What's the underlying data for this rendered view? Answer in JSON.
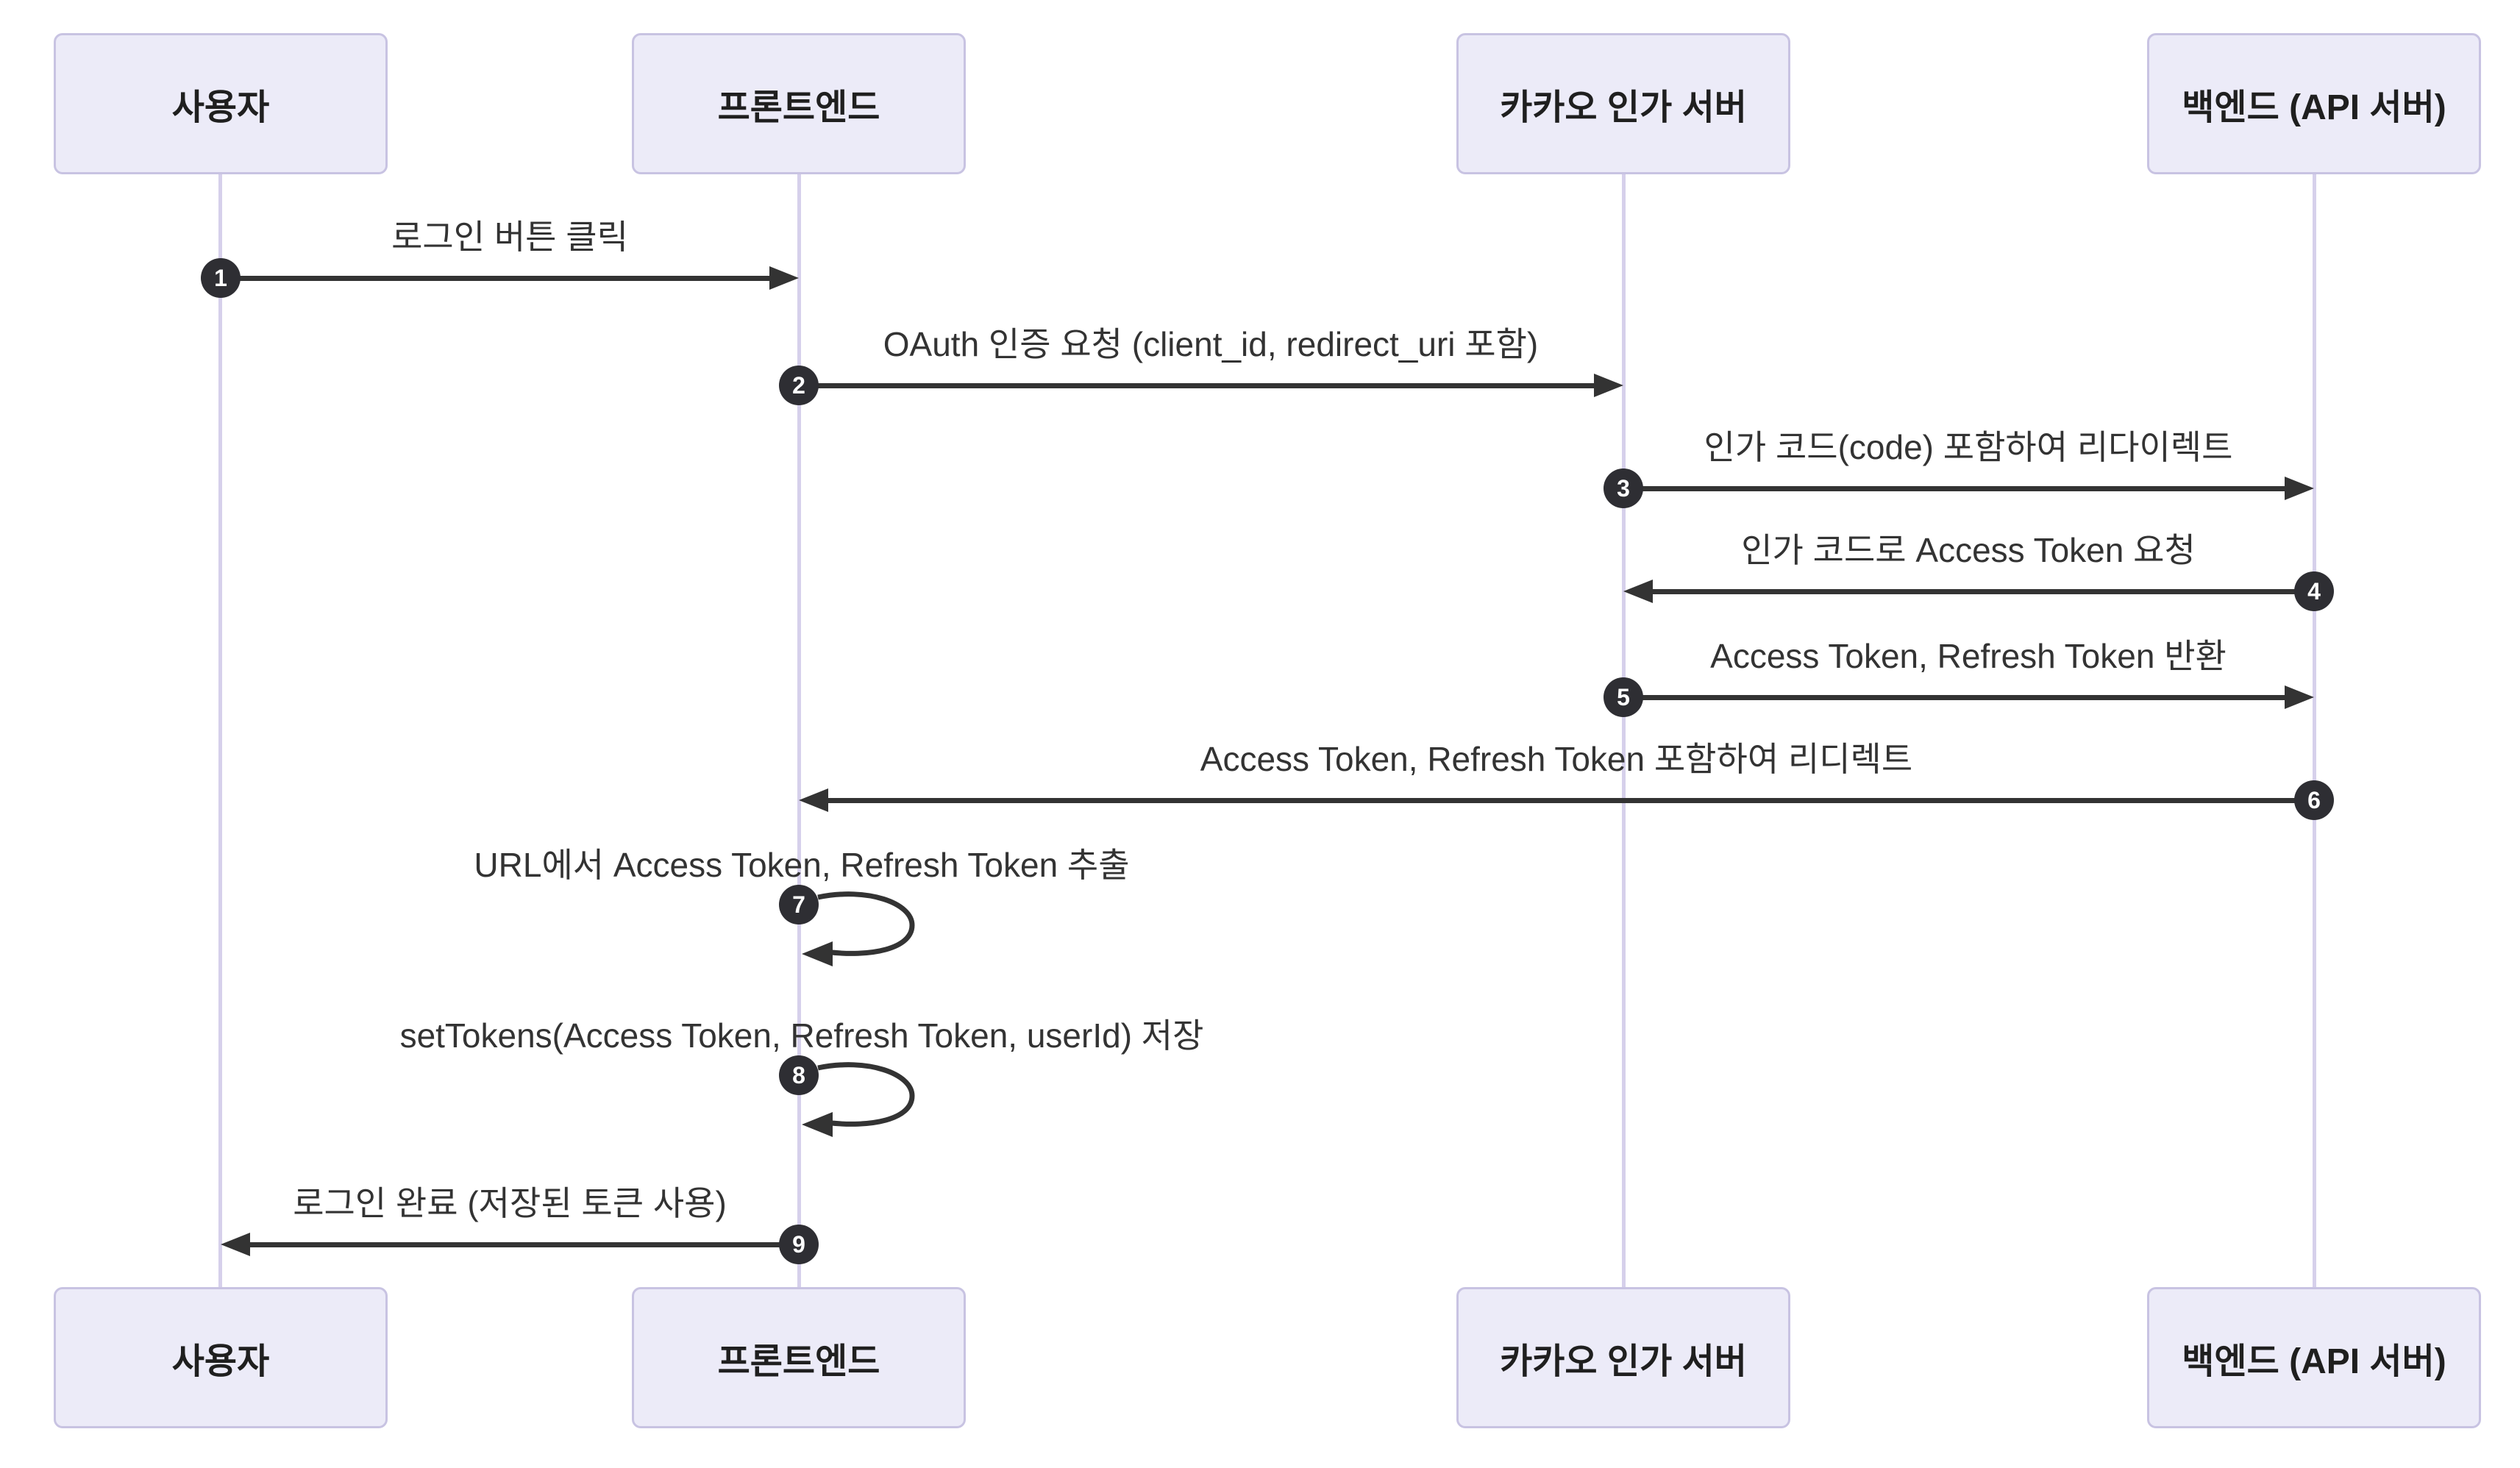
{
  "diagram": {
    "type": "sequence-diagram",
    "topic": "Kakao OAuth login flow",
    "actors": [
      {
        "id": "user",
        "label": "사용자"
      },
      {
        "id": "frontend",
        "label": "프론트엔드"
      },
      {
        "id": "kakao",
        "label": "카카오 인가 서버"
      },
      {
        "id": "backend",
        "label": "백엔드 (API 서버)"
      }
    ],
    "messages": [
      {
        "seq": "1",
        "from": "사용자",
        "to": "프론트엔드",
        "self": false,
        "label": "로그인 버튼 클릭"
      },
      {
        "seq": "2",
        "from": "프론트엔드",
        "to": "카카오 인가 서버",
        "self": false,
        "label": "OAuth 인증 요청 (client_id, redirect_uri 포함)"
      },
      {
        "seq": "3",
        "from": "카카오 인가 서버",
        "to": "백엔드 (API 서버)",
        "self": false,
        "label": "인가 코드(code) 포함하여 리다이렉트"
      },
      {
        "seq": "4",
        "from": "백엔드 (API 서버)",
        "to": "카카오 인가 서버",
        "self": false,
        "label": "인가 코드로 Access Token 요청"
      },
      {
        "seq": "5",
        "from": "카카오 인가 서버",
        "to": "백엔드 (API 서버)",
        "self": false,
        "label": "Access Token, Refresh Token 반환"
      },
      {
        "seq": "6",
        "from": "백엔드 (API 서버)",
        "to": "프론트엔드",
        "self": false,
        "label": "Access Token, Refresh Token 포함하여 리디렉트"
      },
      {
        "seq": "7",
        "from": "프론트엔드",
        "to": "프론트엔드",
        "self": true,
        "label": "URL에서 Access Token, Refresh Token 추출"
      },
      {
        "seq": "8",
        "from": "프론트엔드",
        "to": "프론트엔드",
        "self": true,
        "label": "setTokens(Access Token, Refresh Token, userId) 저장"
      },
      {
        "seq": "9",
        "from": "프론트엔드",
        "to": "사용자",
        "self": false,
        "label": "로그인 완료 (저장된 토큰 사용)"
      }
    ],
    "colors": {
      "background": "#FFFFFF",
      "actor_fill": "#ECEBF8",
      "actor_border": "#C8C3E2",
      "lifeline": "#D6D0EB",
      "arrow_line": "#333333",
      "message_text": "#333333",
      "actor_text": "#1F1F1F",
      "seq_badge_fill": "#2E2E33",
      "seq_badge_text": "#FFFFFF"
    }
  }
}
